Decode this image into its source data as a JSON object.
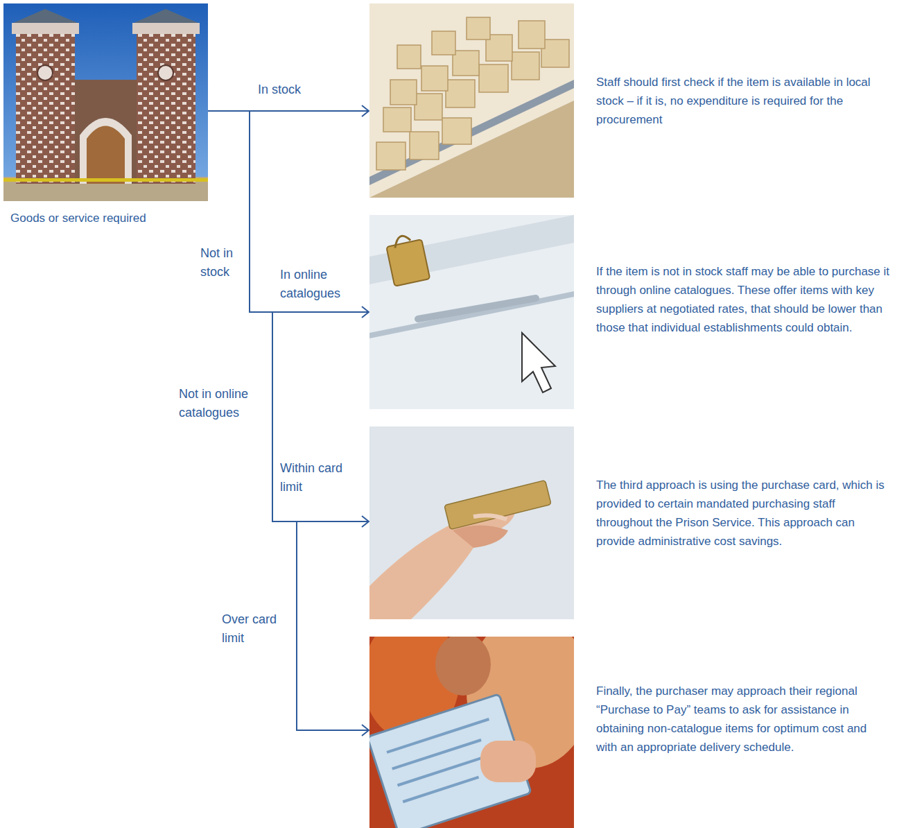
{
  "diagram": {
    "nodes": [
      {
        "text": [
          "Goods or service required"
        ]
      },
      {
        "text": [
          "Staff should first check if the item is available in local stock – if it is, no expenditure is required for the procurement"
        ]
      },
      {
        "text": [
          "If the item is not in stock staff may be able to purchase it through online catalogues. These offer items with key suppliers at negotiated rates, that should be lower than those that individual establishments could obtain."
        ]
      },
      {
        "text": [
          "The third approach is using the purchase card, which is provided to certain mandated purchasing staff throughout the Prison Service. This approach can provide administrative cost savings."
        ]
      },
      {
        "text": [
          "Finally, the purchaser may approach their regional “Purchase to Pay” teams to ask for assistance in obtaining non-catalogue items for optimum cost and with an appropriate delivery schedule."
        ]
      }
    ],
    "edges": [
      {
        "from": 0,
        "to": 1,
        "label": "In stock",
        "arrow": "to"
      },
      {
        "from": 0,
        "to": 2,
        "label": "In online catalogues",
        "arrow": "to"
      },
      {
        "from": 0,
        "to": 3,
        "label": "Within card limit",
        "arrow": "to"
      },
      {
        "from": 0,
        "to": 4,
        "label": "Over card limit",
        "arrow": "to"
      }
    ],
    "labels": [
      "Not in stock",
      "Not in online catalogues"
    ]
  }
}
